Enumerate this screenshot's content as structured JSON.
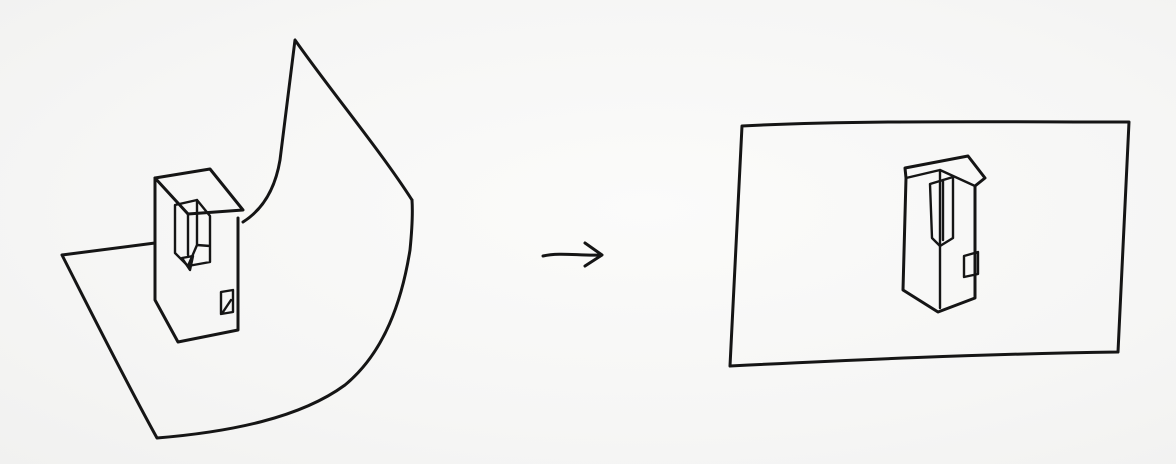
{
  "sketch": {
    "left_panel": {
      "backdrop": "curved-sweep-backdrop",
      "object": "tall-box-object"
    },
    "arrow": "right-arrow",
    "right_panel": {
      "frame": "rectangular-frame",
      "object": "tall-box-object"
    },
    "colors": {
      "ink": "#151515",
      "paper": "#f7f7f6"
    }
  }
}
